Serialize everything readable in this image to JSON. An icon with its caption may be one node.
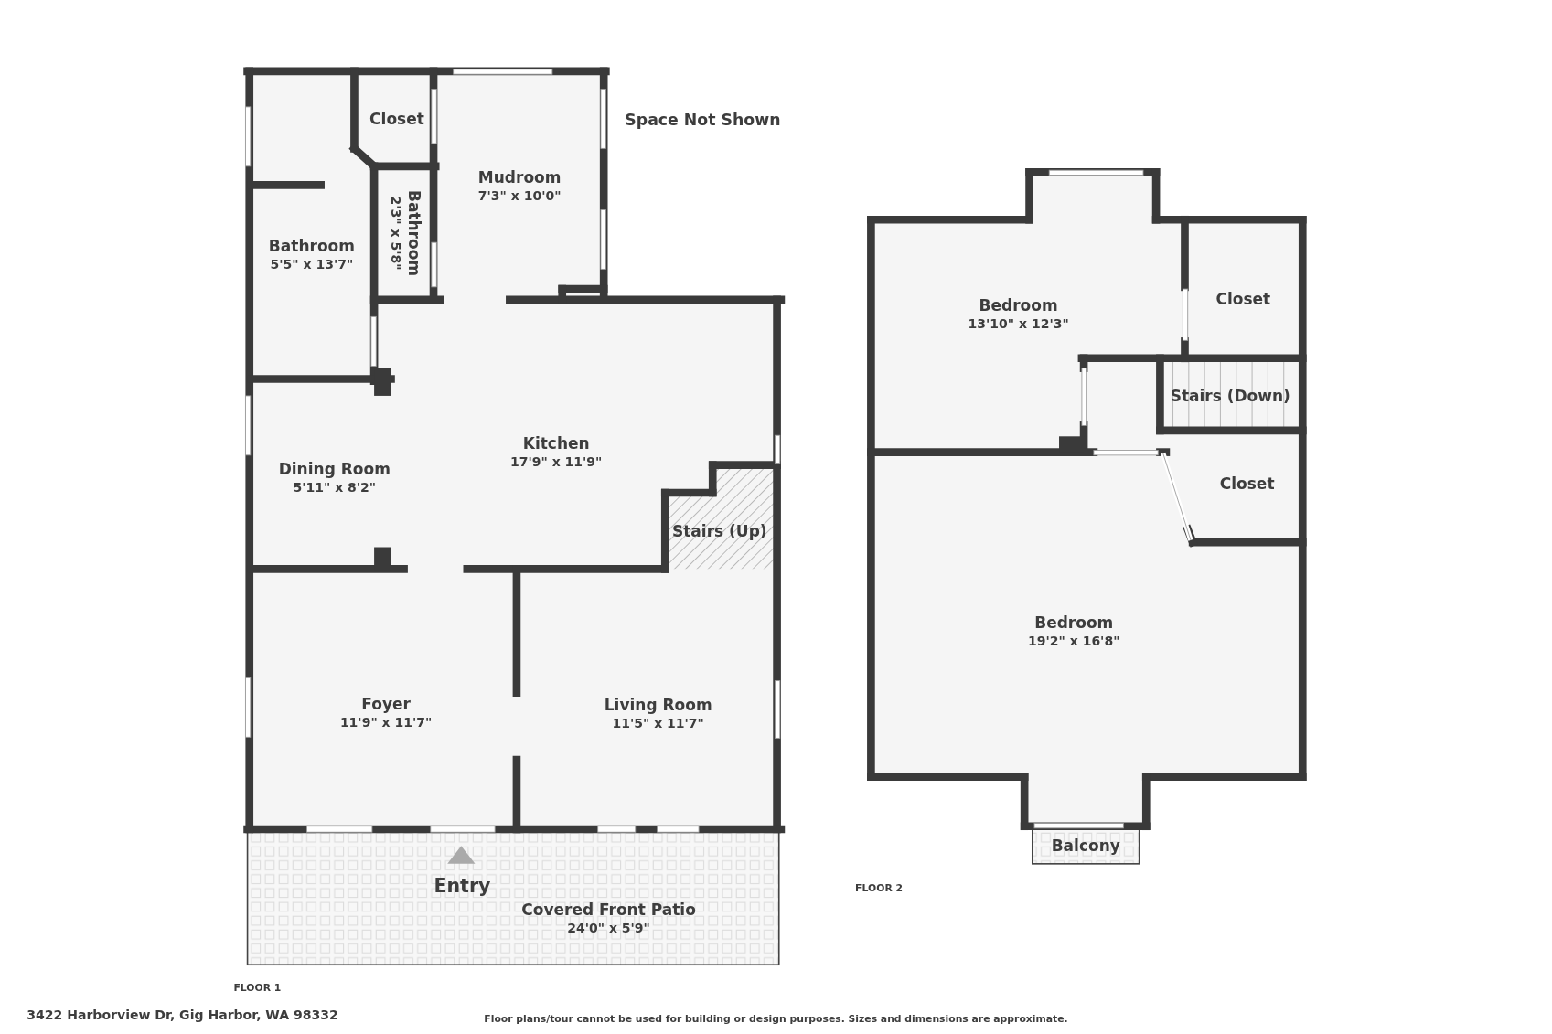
{
  "diagram": {
    "nodes": [
      {
        "text": [
          "Closet"
        ]
      },
      {
        "text": [
          "Mudroom",
          "7'3\" x 10'0\""
        ]
      },
      {
        "text": [
          "Bathroom",
          "5'5\" x 13'7\""
        ]
      },
      {
        "text": [
          "Bathroom",
          "2'3\" x 5'8\""
        ]
      },
      {
        "text": [
          "Kitchen",
          "17'9\" x 11'9\""
        ]
      },
      {
        "text": [
          "Dining Room",
          "5'11\" x 8'2\""
        ]
      },
      {
        "text": [
          "Stairs (Up)"
        ]
      },
      {
        "text": [
          "Foyer",
          "11'9\" x 11'7\""
        ]
      },
      {
        "text": [
          "Living Room",
          "11'5\" x 11'7\""
        ]
      },
      {
        "text": [
          "Covered Front Patio",
          "24'0\" x 5'9\""
        ]
      },
      {
        "text": [
          "Bedroom",
          "13'10\" x 12'3\""
        ]
      },
      {
        "text": [
          "Closet"
        ]
      },
      {
        "text": [
          "Stairs (Down)"
        ]
      },
      {
        "text": [
          "Closet"
        ]
      },
      {
        "text": [
          "Bedroom",
          "19'2\" x 16'8\""
        ]
      },
      {
        "text": [
          "Balcony"
        ]
      }
    ],
    "labels": [
      "Space Not Shown",
      "Entry",
      "FLOOR 2",
      "FLOOR 1",
      "3422 Harborview Dr, Gig Harbor, WA 98332",
      "Floor plans/tour cannot be used for building or design purposes. Sizes and dimensions are approximate."
    ]
  }
}
